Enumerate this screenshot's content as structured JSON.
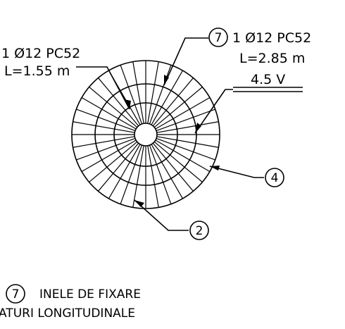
{
  "colors": {
    "ink": "#000000",
    "background": "#ffffff"
  },
  "rebar_left": {
    "line1": "1 Ø12 PC52",
    "line2": "L=1.55 m"
  },
  "rebar_right": {
    "marker": "7",
    "line1": "1 Ø12 PC52",
    "line2": "L=2.85 m",
    "line3": "4.5 V"
  },
  "callouts": {
    "c4": "4",
    "c2": "2"
  },
  "legend": {
    "marker": "7",
    "line1": "INELE DE FIXARE",
    "line2": "ATURI LONGITUDINALE"
  }
}
